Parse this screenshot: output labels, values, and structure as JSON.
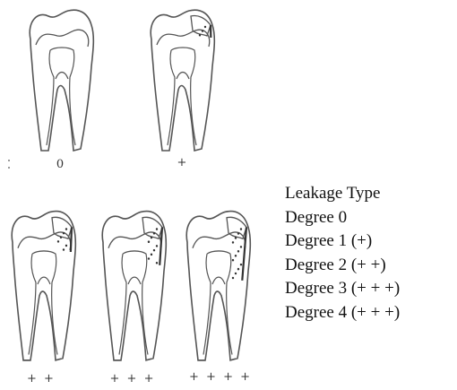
{
  "figure": {
    "teeth": [
      {
        "id": "degree-0",
        "caption": "0",
        "leak_level": 0
      },
      {
        "id": "degree-1",
        "caption": "+",
        "leak_level": 1
      },
      {
        "id": "degree-2",
        "caption": "+ +",
        "leak_level": 2
      },
      {
        "id": "degree-3",
        "caption": "+ + +",
        "leak_level": 3
      },
      {
        "id": "degree-4",
        "caption": "+ + + +",
        "leak_level": 4
      }
    ]
  },
  "legend": {
    "title": "Leakage  Type",
    "items": [
      "Degree  0",
      "Degree  1  (+)",
      "Degree  2  (+ +)",
      "Degree  3  (+ + +)",
      "Degree  4  (+ + +)"
    ]
  },
  "colors": {
    "ink": "#555555",
    "paper": "#ffffff",
    "leakage": "#333333"
  }
}
